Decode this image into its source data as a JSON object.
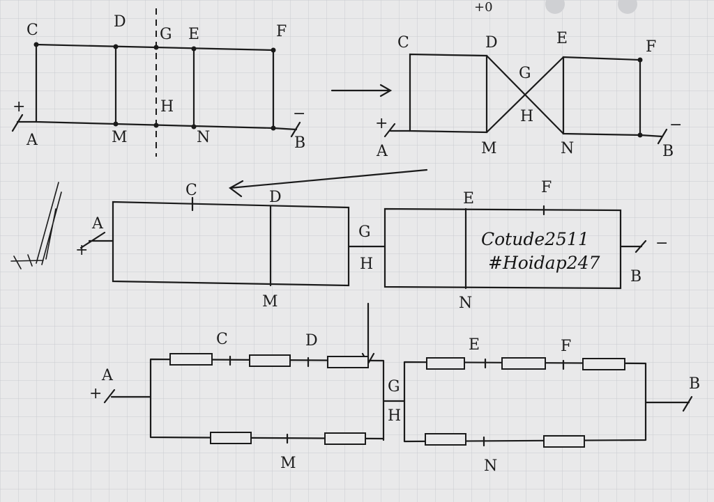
{
  "diagram": {
    "labels": {
      "C": "C",
      "D": "D",
      "E": "E",
      "F": "F",
      "G": "G",
      "H": "H",
      "A": "A",
      "B": "B",
      "M": "M",
      "N": "N"
    },
    "signs": {
      "plus": "+",
      "minus": "−"
    },
    "corner_mark": "+0",
    "note": {
      "line1": "Cotude2511",
      "line2": "#Hoidap247"
    },
    "colors": {
      "ink": "#1a1a1a",
      "paper": "#e9e9ea",
      "grid": "#c9cbd0"
    }
  }
}
